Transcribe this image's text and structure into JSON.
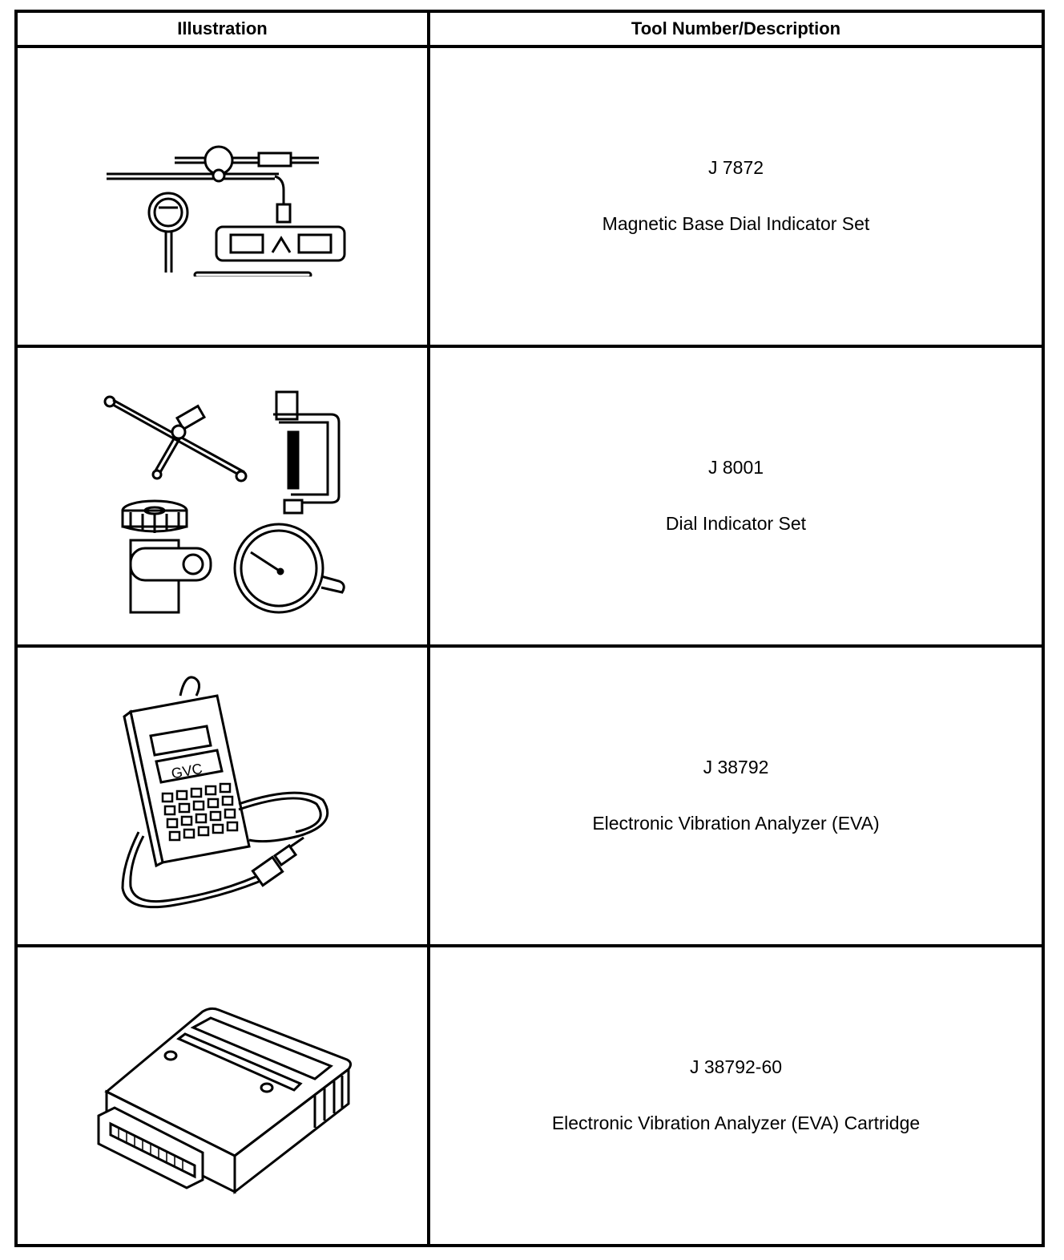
{
  "table": {
    "headers": {
      "illustration": "Illustration",
      "tool": "Tool Number/Description"
    },
    "rows": [
      {
        "tool_number": "J 7872",
        "description": "Magnetic Base Dial Indicator Set",
        "icon": "magnetic-base-dial-indicator-icon"
      },
      {
        "tool_number": "J 8001",
        "description": "Dial Indicator Set",
        "icon": "dial-indicator-set-icon"
      },
      {
        "tool_number": "J 38792",
        "description": "Electronic Vibration Analyzer (EVA)",
        "icon": "vibration-analyzer-icon"
      },
      {
        "tool_number": "J 38792-60",
        "description": "Electronic Vibration Analyzer (EVA) Cartridge",
        "icon": "analyzer-cartridge-icon"
      }
    ]
  }
}
